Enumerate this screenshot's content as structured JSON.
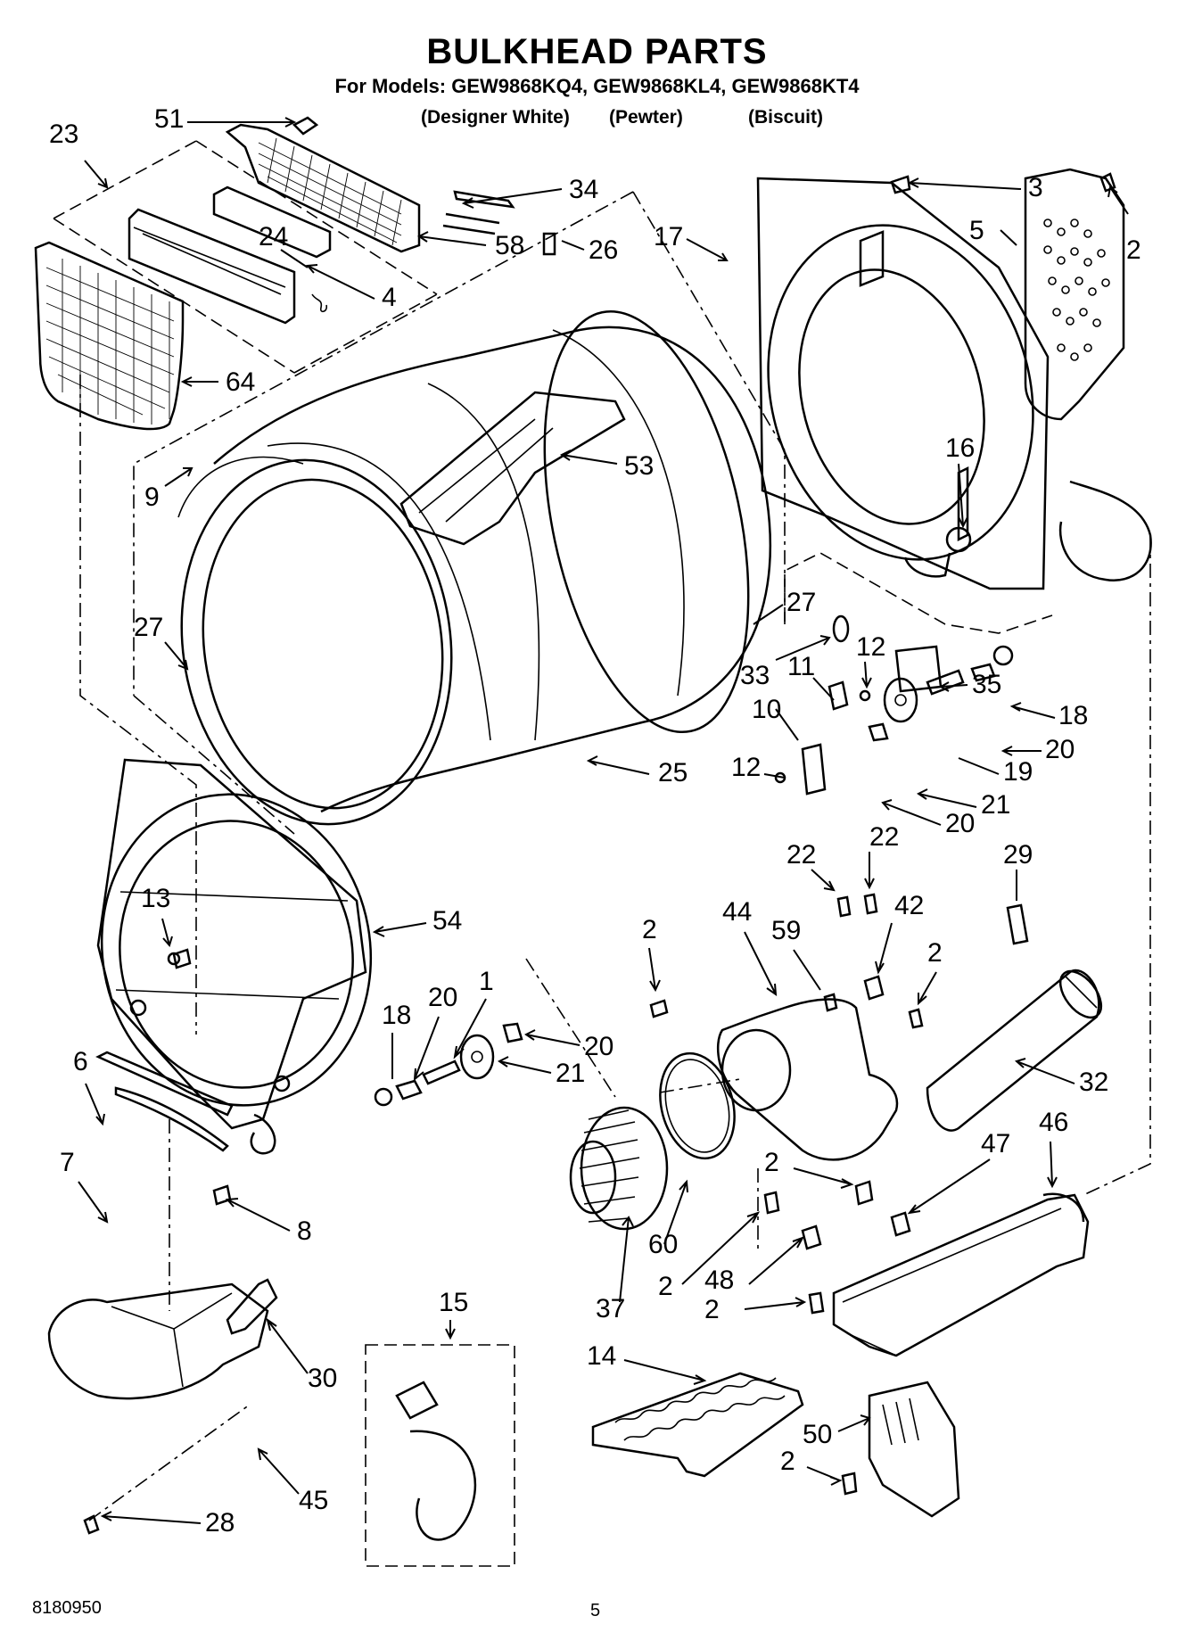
{
  "header": {
    "title": "BULKHEAD PARTS",
    "subtitle": "For Models: GEW9868KQ4, GEW9868KL4, GEW9868KT4",
    "variants": [
      "(Designer White)",
      "(Pewter)",
      "(Biscuit)"
    ]
  },
  "footer": {
    "doc_number": "8180950",
    "page_number": "5"
  },
  "callouts": [
    "51",
    "23",
    "34",
    "58",
    "24",
    "4",
    "26",
    "17",
    "3",
    "5",
    "2",
    "64",
    "53",
    "9",
    "16",
    "27",
    "27",
    "33",
    "11",
    "12",
    "35",
    "18",
    "10",
    "12",
    "20",
    "19",
    "25",
    "21",
    "20",
    "22",
    "22",
    "29",
    "42",
    "13",
    "54",
    "2",
    "44",
    "59",
    "2",
    "1",
    "20",
    "18",
    "20",
    "21",
    "32",
    "6",
    "46",
    "47",
    "7",
    "2",
    "8",
    "60",
    "2",
    "48",
    "37",
    "2",
    "15",
    "14",
    "30",
    "50",
    "2",
    "45",
    "28"
  ]
}
